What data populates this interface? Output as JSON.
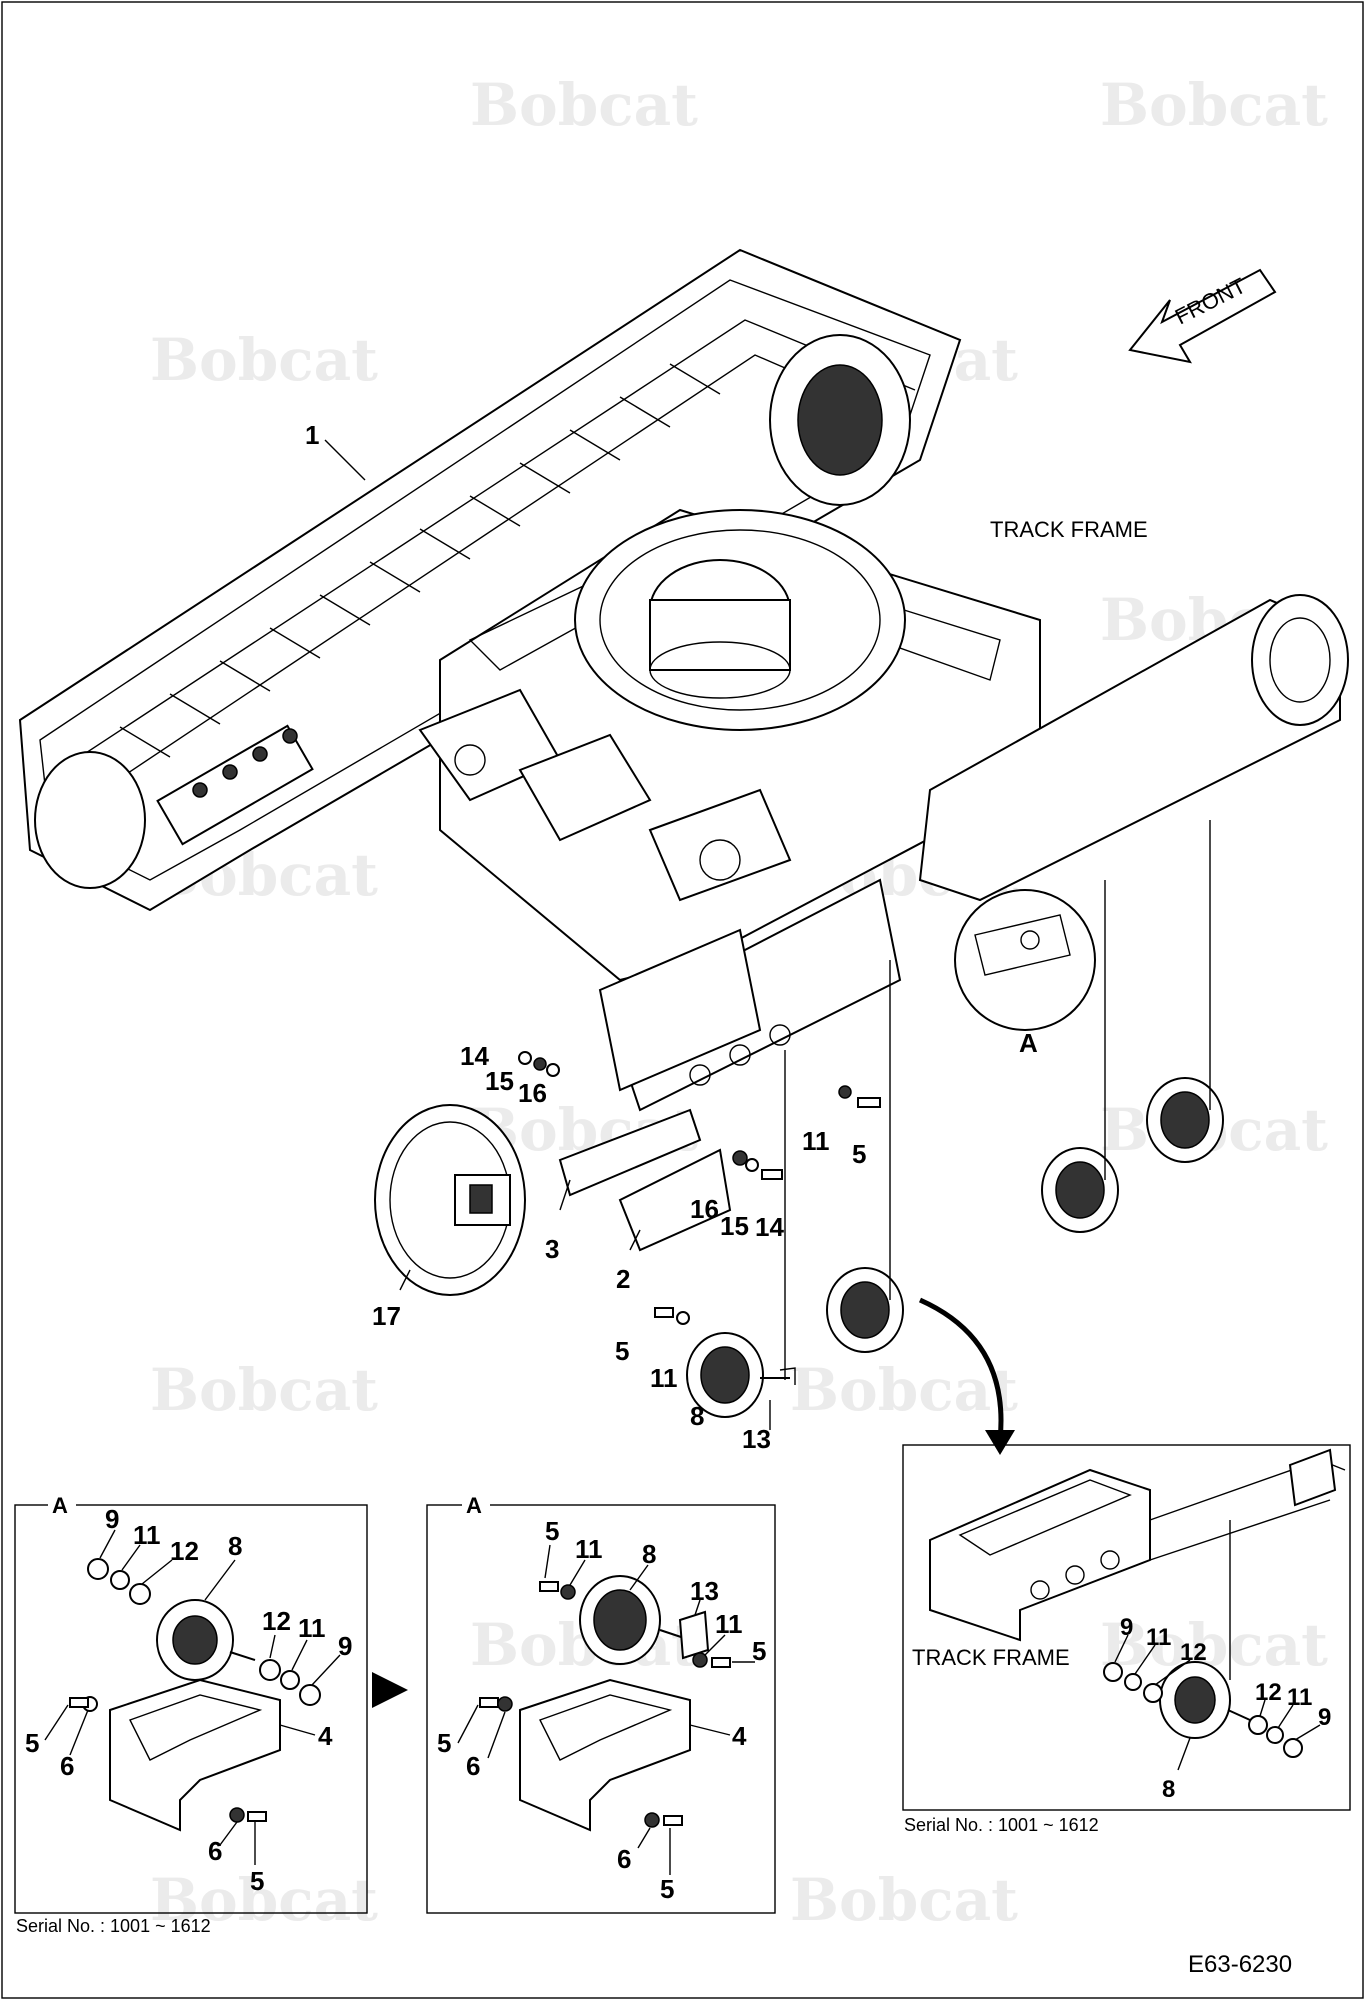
{
  "watermark": {
    "text": "Bobcat"
  },
  "front_arrow": {
    "label": "FRONT"
  },
  "track_frame_label": "TRACK FRAME",
  "detail_letter": "A",
  "callouts": {
    "c1": "1",
    "c2": "2",
    "c3": "3",
    "c14a": "14",
    "c15a": "15",
    "c16a": "16",
    "c11a": "11",
    "c5a": "5",
    "c16b": "16",
    "c15b": "15",
    "c14b": "14",
    "c17": "17",
    "c5b": "5",
    "c11b": "11",
    "c8a": "8",
    "c13a": "13"
  },
  "panel1": {
    "letter": "A",
    "callouts": {
      "c9": "9",
      "c11": "11",
      "c12": "12",
      "c8": "8",
      "c12b": "12",
      "c11b": "11",
      "c9b": "9",
      "c4": "4",
      "c5": "5",
      "c6": "6",
      "c6b": "6",
      "c5b": "5"
    },
    "serial": "Serial No. : 1001 ~ 1612"
  },
  "panel2": {
    "letter": "A",
    "callouts": {
      "c5": "5",
      "c11": "11",
      "c8": "8",
      "c13": "13",
      "c11b": "11",
      "c5b": "5",
      "c4": "4",
      "c5c": "5",
      "c6": "6",
      "c6b": "6",
      "c5d": "5"
    }
  },
  "panel3": {
    "track_frame_label": "TRACK FRAME",
    "callouts": {
      "c9": "9",
      "c11": "11",
      "c12": "12",
      "c12b": "12",
      "c11b": "11",
      "c9b": "9",
      "c8": "8"
    },
    "serial": "Serial No. : 1001 ~ 1612"
  },
  "figure_code": "E63-6230"
}
